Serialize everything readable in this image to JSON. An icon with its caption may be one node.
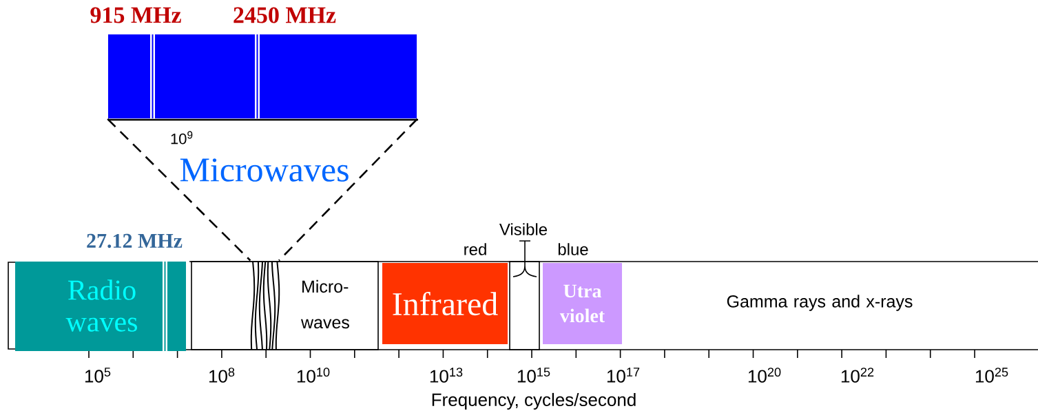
{
  "diagram": {
    "nodes": [
      {
        "text": [],
        "shape": "box",
        "beside": [
          "915 MHz",
          "2450 MHz",
          "10$^{9}$"
        ]
      },
      {
        "text": [
          "Radio waves"
        ],
        "beside": [
          "27.12 MHz"
        ]
      },
      {
        "text": [
          "Micro- waves"
        ]
      },
      {
        "text": [],
        "shape": "box",
        "in": 2
      },
      {
        "text": [
          "Infrared"
        ]
      },
      {
        "text": [],
        "shape": "box"
      },
      {
        "text": [
          "Utra violet"
        ]
      },
      {
        "text": [
          "Gamma rays and x-rays"
        ]
      }
    ],
    "edges": [
      {
        "from": 0,
        "to": 3,
        "arrow": "none",
        "style": "dashed"
      },
      {
        "from": 0,
        "to": 3,
        "arrow": "none",
        "style": "dashed"
      }
    ],
    "labels": [
      "Microwaves",
      "Visible",
      "red",
      "blue",
      "10$^{5}$",
      "10$^{8}$",
      "10$^{10}$",
      "10$^{13}$",
      "10$^{15}$",
      "10$^{17}$",
      "10$^{20}$",
      "10$^{22}$",
      "10$^{25}$",
      "Frequency, cycles/second"
    ]
  }
}
